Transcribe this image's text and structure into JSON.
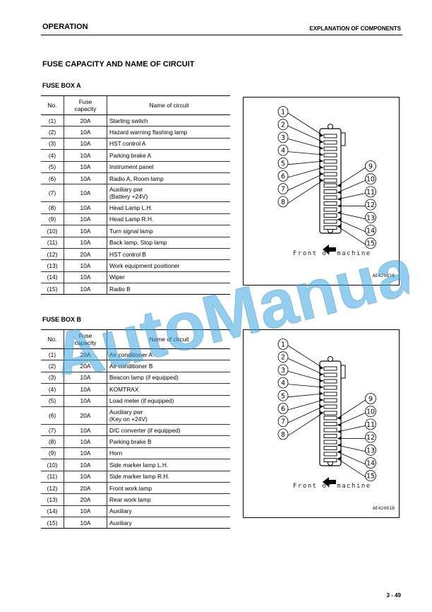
{
  "header": {
    "left": "OPERATION",
    "right": "EXPLANATION OF COMPONENTS"
  },
  "title": "FUSE CAPACITY AND NAME OF CIRCUIT",
  "columns": {
    "no": "No.",
    "capacity_line1": "Fuse",
    "capacity_line2": "capacity",
    "name": "Name of circuit"
  },
  "fuse_box_a": {
    "title": "FUSE BOX A",
    "rows": [
      {
        "no": "(1)",
        "cap": "20A",
        "name": "Starting switch"
      },
      {
        "no": "(2)",
        "cap": "10A",
        "name": "Hazard warning flashing lamp"
      },
      {
        "no": "(3)",
        "cap": "10A",
        "name": "HST control A"
      },
      {
        "no": "(4)",
        "cap": "10A",
        "name": "Parking brake A"
      },
      {
        "no": "(5)",
        "cap": "10A",
        "name": "Instrument panel"
      },
      {
        "no": "(6)",
        "cap": "10A",
        "name": "Radio A, Room lamp"
      },
      {
        "no": "(7)",
        "cap": "10A",
        "name": "Auxiliary pwr",
        "name2": "(Battery +24V)"
      },
      {
        "no": "(8)",
        "cap": "10A",
        "name": "Head Lamp L.H."
      },
      {
        "no": "(9)",
        "cap": "10A",
        "name": "Head Lamp R.H."
      },
      {
        "no": "(10)",
        "cap": "10A",
        "name": "Turn signal lamp"
      },
      {
        "no": "(11)",
        "cap": "10A",
        "name": "Back lamp, Stop lamp"
      },
      {
        "no": "(12)",
        "cap": "20A",
        "name": "HST control B"
      },
      {
        "no": "(13)",
        "cap": "10A",
        "name": "Work equipment positioner"
      },
      {
        "no": "(14)",
        "cap": "10A",
        "name": "Wiper"
      },
      {
        "no": "(15)",
        "cap": "10A",
        "name": "Radio B"
      }
    ]
  },
  "fuse_box_b": {
    "title": "FUSE BOX B",
    "rows": [
      {
        "no": "(1)",
        "cap": "20A",
        "name": "Air conditioner A"
      },
      {
        "no": "(2)",
        "cap": "20A",
        "name": "Air conditioner B"
      },
      {
        "no": "(3)",
        "cap": "10A",
        "name": "Beacon lamp (if equipped)"
      },
      {
        "no": "(4)",
        "cap": "10A",
        "name": "KOMTRAX"
      },
      {
        "no": "(5)",
        "cap": "10A",
        "name": "Load meter (if equipped)"
      },
      {
        "no": "(6)",
        "cap": "20A",
        "name": "Auxiliary pwr",
        "name2": "(Key on +24V)"
      },
      {
        "no": "(7)",
        "cap": "10A",
        "name": "D/C converter (if equipped)"
      },
      {
        "no": "(8)",
        "cap": "10A",
        "name": "Parking brake B"
      },
      {
        "no": "(9)",
        "cap": "10A",
        "name": "Horn"
      },
      {
        "no": "(10)",
        "cap": "10A",
        "name": "Side marker lamp L.H."
      },
      {
        "no": "(11)",
        "cap": "10A",
        "name": "Side marker lamp R.H."
      },
      {
        "no": "(12)",
        "cap": "20A",
        "name": "Front work lamp"
      },
      {
        "no": "(13)",
        "cap": "20A",
        "name": "Rear work lamp"
      },
      {
        "no": "(14)",
        "cap": "10A",
        "name": "Auxiliary"
      },
      {
        "no": "(15)",
        "cap": "10A",
        "name": "Auxiliary"
      }
    ]
  },
  "diagram": {
    "front_label": "Front of machine",
    "figure_code": "AE42081B",
    "callouts": [
      "1",
      "2",
      "3",
      "4",
      "5",
      "6",
      "7",
      "8",
      "9",
      "10",
      "11",
      "12",
      "13",
      "14",
      "15"
    ]
  },
  "watermark": "AutoManual",
  "page_number": "3 - 49"
}
